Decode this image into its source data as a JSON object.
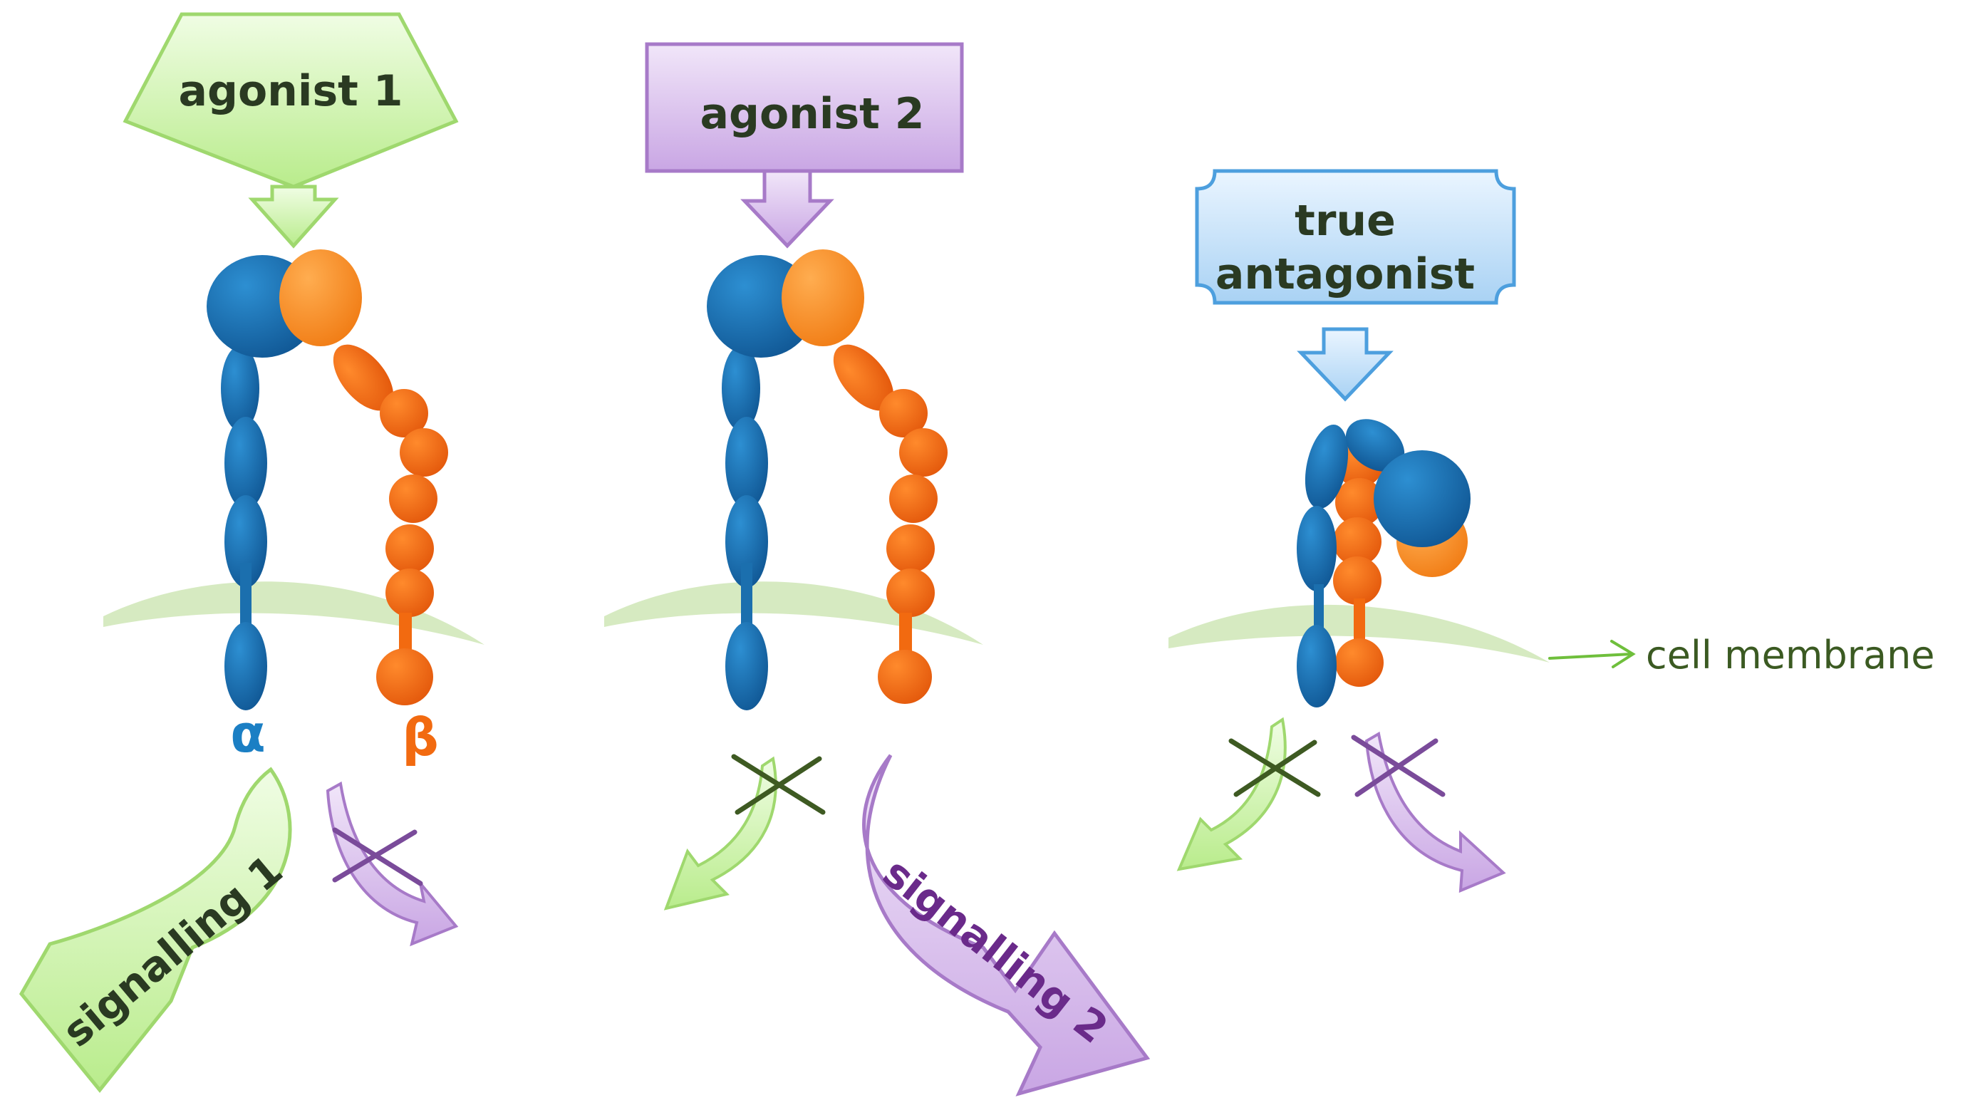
{
  "labels": {
    "agonist1": "agonist 1",
    "agonist2": "agonist 2",
    "antagonist_line1": "true",
    "antagonist_line2": "antagonist",
    "alpha": "α",
    "beta": "β",
    "signalling1": "signalling 1",
    "signalling2": "signalling 2",
    "cell_membrane": "cell membrane"
  },
  "colors": {
    "alpha_subunit": "#1b6fae",
    "beta_subunit": "#f26a10",
    "beta_head": "#f7901e",
    "agonist1_fill": "#d4f7b0",
    "agonist1_stroke": "#9fd86e",
    "agonist2_fill": "#ddc3ef",
    "agonist2_stroke": "#a77ac8",
    "antagonist_fill": "#cfe6fa",
    "antagonist_stroke": "#4d9fde",
    "membrane": "#cfe6b6",
    "label_text": "#2a3a22",
    "membrane_text": "#3b5a22",
    "alpha_text": "#1b7fc4",
    "beta_text": "#f26a10",
    "block_mark_green": "#3e5a22",
    "block_mark_purple": "#7a4b9a"
  }
}
